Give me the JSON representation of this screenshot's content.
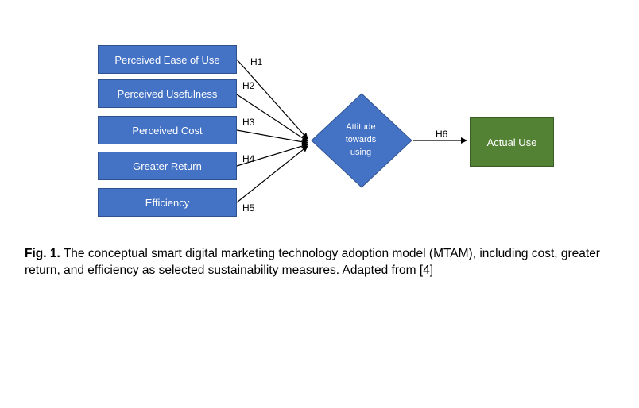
{
  "constructs": [
    {
      "label": "Perceived Ease of Use",
      "hypothesis": "H1"
    },
    {
      "label": "Perceived Usefulness",
      "hypothesis": "H2"
    },
    {
      "label": "Perceived Cost",
      "hypothesis": "H3"
    },
    {
      "label": "Greater Return",
      "hypothesis": "H4"
    },
    {
      "label": "Efficiency",
      "hypothesis": "H5"
    }
  ],
  "attitude": {
    "label_lines": [
      "Attitude",
      "towards",
      "using"
    ]
  },
  "outcome": {
    "label": "Actual Use",
    "hypothesis": "H6"
  },
  "caption": {
    "lead": "Fig. 1.",
    "text": " The conceptual smart digital marketing technology adoption model (MTAM), including cost, greater return, and efficiency as selected sustainability measures. Adapted from [4]"
  },
  "colors": {
    "construct_fill": "#4472c4",
    "diamond_fill": "#4472c4",
    "outcome_fill": "#548235",
    "arrow": "#000000"
  }
}
